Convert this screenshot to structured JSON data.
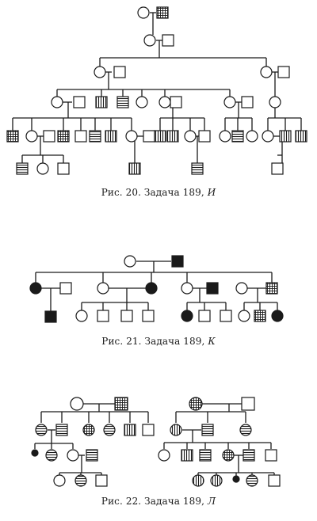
{
  "figures": [
    {
      "id": "fig20",
      "caption_prefix": "Рис. 20. Задача 189,",
      "caption_letter": "И"
    },
    {
      "id": "fig21",
      "caption_prefix": "Рис. 21. Задача 189,",
      "caption_letter": "К"
    },
    {
      "id": "fig22",
      "caption_prefix": "Рис. 22. Задача 189,",
      "caption_letter": "Л"
    }
  ],
  "legend_fills": {
    "plain": "white",
    "solid": "black",
    "hatch_h": "horizontal stripes",
    "hatch_v": "vertical stripes",
    "grid": "checkered",
    "dot": "small filled circle"
  },
  "colors": {
    "ink": "#1a1a1a",
    "paper": "#ffffff"
  }
}
